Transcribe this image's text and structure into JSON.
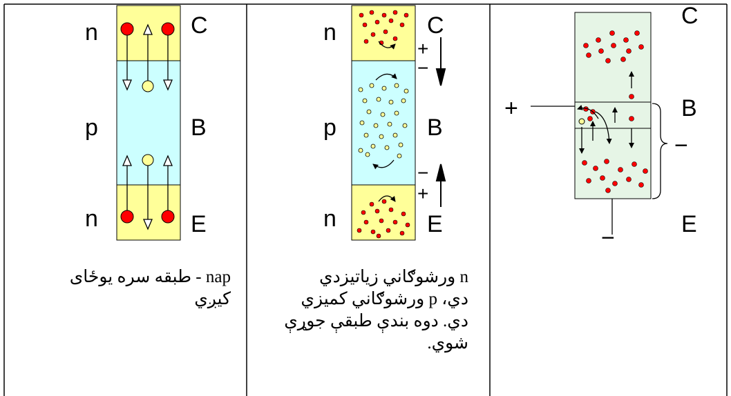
{
  "panel1": {
    "labels": {
      "n_top": "n",
      "p": "p",
      "n_bottom": "n",
      "C": "C",
      "B": "B",
      "E": "E"
    },
    "caption": "nap - طبقه سره يوځای\nکيږي"
  },
  "panel2": {
    "labels": {
      "n_top": "n",
      "p": "p",
      "n_bottom": "n",
      "C": "C",
      "B": "B",
      "E": "E",
      "plus_top": "+",
      "minus_top": "−",
      "minus_bottom": "−",
      "plus_bottom": "+"
    },
    "caption": "n ورشوګاني زياتيزدي\nدي، p ورشوګاني کميزي\nدي. دوه بندې طبقې جوړې\nشوي."
  },
  "panel3": {
    "labels": {
      "C": "C",
      "B": "B",
      "E": "E",
      "plus": "+",
      "minus_base": "−",
      "minus_emitter": "−"
    }
  },
  "colors": {
    "n_region": "#ffff99",
    "p_region": "#ccffff",
    "transistor3": "#e6f5e6",
    "electron": "#ff0000",
    "hole": "#ffff99"
  }
}
